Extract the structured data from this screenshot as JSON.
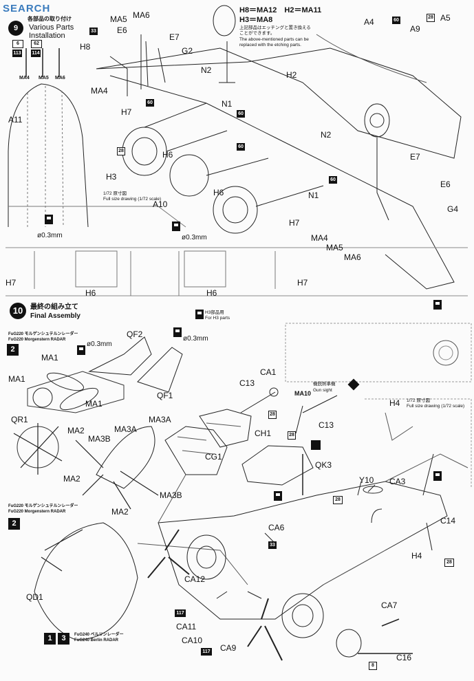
{
  "watermark": "SEARCH",
  "header": {
    "title_jp": "各部品の取り付け",
    "title_en": "Various Parts Installation"
  },
  "note": {
    "line1": "H8＝MA12　H2＝MA11",
    "line2": "H3＝MA8",
    "line3_jp": "上記部品はエッチングと置き換える",
    "line4_jp": "ことができます。",
    "line5": "The above-mentioned parts can be",
    "line6": "replaced with the etching parts."
  },
  "labels": {
    "ma4_top": "MA4",
    "ma5_top": "MA5",
    "ma6_top": "MA6",
    "a11": "A11",
    "h8": "H8",
    "ma5": "MA5",
    "e6": "E6",
    "ma6": "MA6",
    "e7": "E7",
    "g2": "G2",
    "n2": "N2",
    "ma4": "MA4",
    "h7": "H7",
    "n1": "N1",
    "h6": "H6",
    "h3": "H3",
    "h2": "H2",
    "a4": "A4",
    "a9": "A9",
    "a5": "A5",
    "n2b": "N2",
    "h6b": "H6",
    "n1b": "N1",
    "h7b": "H7",
    "e7b": "E7",
    "e6b": "E6",
    "g4": "G4",
    "ma4b": "MA4",
    "ma5b": "MA5",
    "ma6b": "MA6",
    "a10": "A10",
    "drill1": "ø0.3mm",
    "drill2": "ø0.3mm",
    "scale_jp": "1/72 原寸図",
    "scale_en": "Full size drawing (1/72 scale)",
    "h7c": "H7",
    "h6c": "H6",
    "h6d": "H6",
    "h7d": "H7"
  },
  "final": {
    "step": "10",
    "title_jp": "最終の組み立て",
    "title_en": "Final Assembly",
    "h3_note_jp": "H3部品用",
    "h3_note_en": "For H3 parts"
  },
  "radar1": {
    "step": "2",
    "title_jp": "FuG220 モルゲンシュテルンレーダー",
    "title_en": "FuG220 Morgenstern RADAR",
    "qf2": "QF2",
    "drill_a": "ø0.3mm",
    "drill_b": "ø0.3mm",
    "ma1a": "MA1",
    "ma1b": "MA1",
    "ma1c": "MA1",
    "qf1": "QF1",
    "qr1": "QR1"
  },
  "radar2": {
    "step": "2",
    "title_jp": "FuG220 モルゲンシュテルンレーダー",
    "title_en": "FuG220 Morgenstern RADAR",
    "ma2a": "MA2",
    "ma3b_a": "MA3B",
    "ma3a_a": "MA3A",
    "ma3a_b": "MA3A",
    "ma2b": "MA2",
    "ma3b_b": "MA3B",
    "ma2c": "MA2"
  },
  "radar3": {
    "step_a": "1",
    "step_b": "3",
    "title_jp": "FuG240 ベルリンレーダー",
    "title_en": "FuG240 Berlin RADAR",
    "qd1": "QD1"
  },
  "canopy": {
    "c13": "C13",
    "ca1": "CA1",
    "gunsight_jp": "機銃照準機",
    "gunsight_en": "Gun sight",
    "ma10": "MA10",
    "c13b": "C13",
    "ch1": "CH1",
    "cg1": "CG1",
    "qk3": "QK3",
    "h4": "H4",
    "scale_jp": "1/72 原寸図",
    "scale_en": "Full size drawing (1/72 scale)"
  },
  "bottom": {
    "y10": "Y10",
    "ca3": "CA3",
    "ca6": "CA6",
    "c14": "C14",
    "h4": "H4",
    "ca12": "CA12",
    "ca11": "CA11",
    "ca10": "CA10",
    "ca9": "CA9",
    "ca7": "CA7",
    "c16": "C16"
  },
  "refs": {
    "r33a": "33",
    "r60a": "60",
    "r60b": "60",
    "r28a": "28",
    "r60c": "60",
    "r60d": "60",
    "r60e": "60",
    "r28b": "28",
    "r28c": "28",
    "r28d": "28",
    "r28e": "28",
    "r33b": "33",
    "r117a": "117",
    "r117b": "117",
    "r8": "8",
    "r6": "6",
    "r62": "62",
    "r113": "113",
    "r114": "114"
  }
}
